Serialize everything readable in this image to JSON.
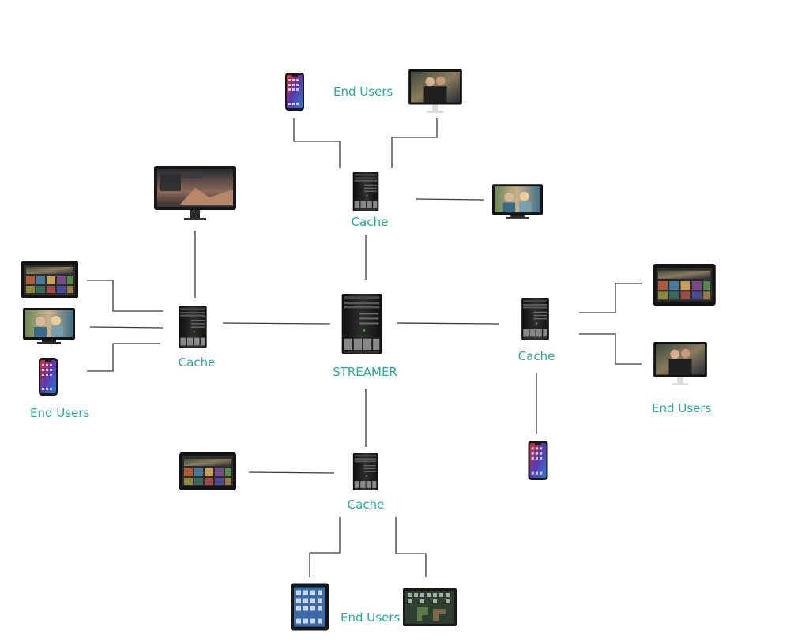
{
  "labels": {
    "streamer": "STREAMER",
    "cache": "Cache",
    "end_users": "End Users"
  },
  "colors": {
    "label": "#2aa99d",
    "wire": "#3a3a3a",
    "device_body": "#151515",
    "server_body": "#1b1b1b"
  },
  "icons": {
    "streamer": "server-tower-icon",
    "cache": "server-tower-icon",
    "phone": "smartphone-icon",
    "tablet": "tablet-icon",
    "tv": "tv-icon",
    "monitor": "desktop-monitor-icon",
    "imac": "imac-icon"
  }
}
